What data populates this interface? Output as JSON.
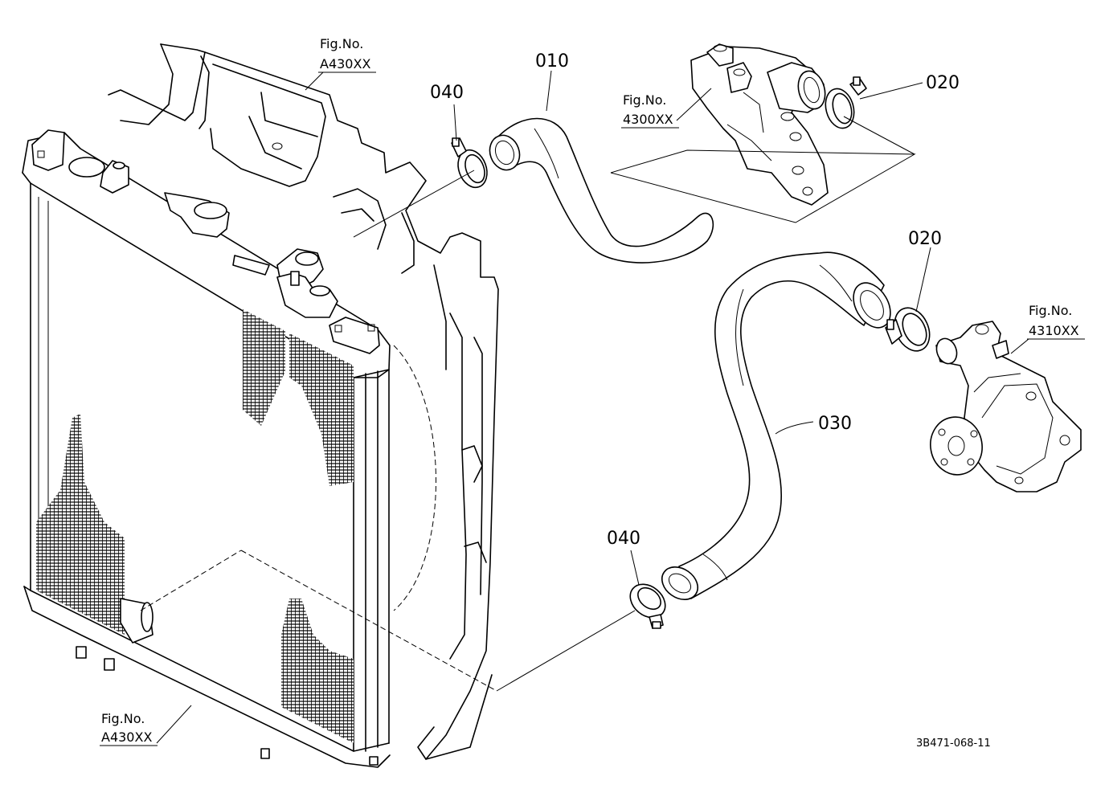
{
  "figure_code": "3B471-068-11",
  "part_labels": {
    "p010": "010",
    "p020_top": "020",
    "p020_mid": "020",
    "p030": "030",
    "p040_top": "040",
    "p040_bottom": "040"
  },
  "fig_refs": {
    "radiator_top": {
      "title": "Fig.No.",
      "number": "A430XX"
    },
    "thermostat": {
      "title": "Fig.No.",
      "number": "4300XX"
    },
    "water_pump": {
      "title": "Fig.No.",
      "number": "4310XX"
    },
    "radiator_bottom": {
      "title": "Fig.No.",
      "number": "A430XX"
    }
  }
}
